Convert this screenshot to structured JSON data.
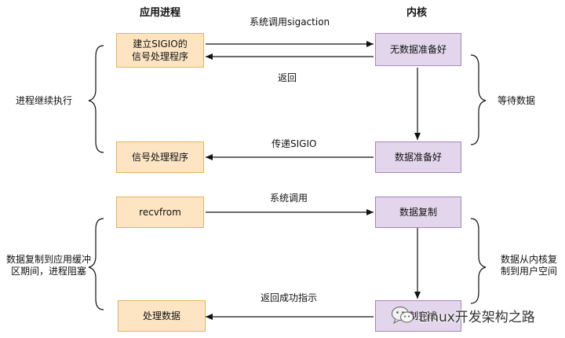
{
  "headers": {
    "app": "应用进程",
    "kernel": "内核"
  },
  "boxes": {
    "app_register": "建立SIGIO的\n信号处理程序",
    "kernel_no_data": "无数据准备好",
    "kernel_data_ready": "数据准备好",
    "app_handler": "信号处理程序",
    "app_recvfrom": "recvfrom",
    "kernel_copy": "数据复制",
    "app_process": "处理数据",
    "kernel_copy_done": "复制完成"
  },
  "arrows": {
    "sigaction_call": "系统调用sigaction",
    "return": "返回",
    "deliver_sigio": "传递SIGIO",
    "syscall": "系统调用",
    "return_success": "返回成功指示"
  },
  "braces": {
    "left_top": "进程继续执行",
    "right_top": "等待数据",
    "left_bottom": "数据复制到应用缓冲\n区期间，进程阻塞",
    "right_bottom": "数据从内核复\n制到用户空间"
  },
  "watermark": {
    "text": "Linux开发架构之路",
    "icon": "wechat-icon"
  },
  "colors": {
    "app_fill": "#fde5c4",
    "app_border": "#e6b25b",
    "kernel_fill": "#e3d6ec",
    "kernel_border": "#a884be"
  }
}
